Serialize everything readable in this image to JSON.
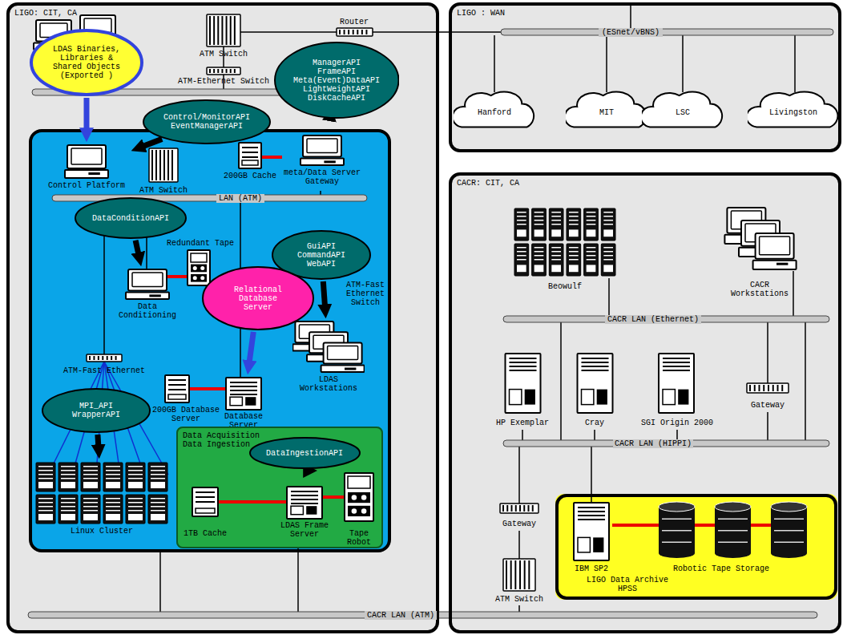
{
  "diagram": {
    "nodes": [
      {
        "text": [
          "LIGO: CIT, CA"
        ]
      },
      {
        "text": [
          "LDAS Binaries, Libraries & Shared Objects (Exported )"
        ],
        "in": 0
      },
      {
        "text": [
          "ManagerAPI FrameAPI Meta(Event)DataAPI LightWeightAPI DiskCacheAPI"
        ],
        "in": 0
      },
      {
        "text": [
          "Control/MonitorAPI EventManagerAPI"
        ],
        "in": 0
      },
      {
        "text": [
          "Control Platform"
        ],
        "in": 0
      },
      {
        "text": [
          "meta/Data Server Gateway"
        ],
        "in": 0
      },
      {
        "text": [
          "DataConditionAPI"
        ],
        "in": 0
      },
      {
        "text": [
          "GuiAPI CommandAPI WebAPI"
        ],
        "in": 0
      },
      {
        "text": [
          "Data Conditioning"
        ],
        "in": 0
      },
      {
        "text": [
          "Relational Database Server"
        ],
        "in": 0
      },
      {
        "text": [
          "LDAS Workstations"
        ],
        "in": 0
      },
      {
        "text": [
          "Database Server"
        ],
        "in": 0
      },
      {
        "text": [
          "MPI_API WrapperAPI"
        ],
        "in": 0
      },
      {
        "text": [
          "DataIngestionAPI"
        ],
        "in": 0
      },
      {
        "text": [
          "Data Acquisition Data Ingestion"
        ],
        "in": 0
      },
      {
        "text": [
          "LDAS Frame Server"
        ],
        "in": 14
      },
      {
        "text": [
          "Linux Cluster"
        ],
        "in": 0
      },
      {
        "text": [
          "LIGO : WAN"
        ]
      },
      {
        "text": [
          "Hanford"
        ],
        "in": 17
      },
      {
        "text": [
          "MIT"
        ],
        "in": 17
      },
      {
        "text": [
          "LSC"
        ],
        "in": 17
      },
      {
        "text": [
          "Livingston"
        ],
        "in": 17
      },
      {
        "text": [
          "CACR: CIT, CA"
        ]
      },
      {
        "text": [
          "IBM SP2",
          "Robotic Tape Storage",
          "LIGO Data Archive HPSS"
        ],
        "in": 22
      }
    ],
    "edges": [
      {
        "from": 1,
        "to": 4,
        "arrow": "to"
      },
      {
        "from": 3,
        "to": 4,
        "arrow": "to"
      },
      {
        "from": 2,
        "to": 5,
        "arrow": "to"
      },
      {
        "from": 6,
        "to": 8,
        "arrow": "to"
      },
      {
        "from": 7,
        "to": 10,
        "arrow": "to"
      },
      {
        "from": 9,
        "to": 11,
        "arrow": "to"
      },
      {
        "from": 12,
        "to": 16,
        "arrow": "to"
      },
      {
        "from": 13,
        "to": 15,
        "arrow": "to"
      }
    ],
    "labels": [
      "ATM Switch",
      "Router",
      "ATM-Ethernet Switch",
      "ATM Switch",
      "200GB Cache",
      "LAN (ATM)",
      "Redundant Tape",
      "ATM-Fast Ethernet Switch",
      "ATM-Fast Ethernet",
      "200GB Database Server",
      "1TB Cache",
      "Tape Robot",
      "(ESnet/vBNS)",
      "Beowulf",
      "CACR Workstations",
      "CACR LAN (Ethernet)",
      "HP Exemplar",
      "Cray",
      "SGI Origin 2000",
      "Gateway",
      "CACR LAN (HIPPI)",
      "Gateway",
      "ATM Switch",
      "CACR LAN (ATM)"
    ]
  }
}
